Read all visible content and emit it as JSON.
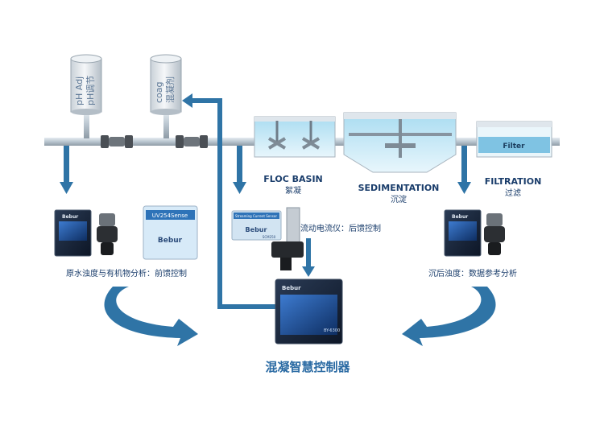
{
  "tanks": [
    {
      "name": "pH Adj",
      "cn": "pH调节"
    },
    {
      "name": "coag",
      "cn": "混凝剂"
    }
  ],
  "stages": [
    {
      "en": "FLOC BASIN",
      "cn": "絮凝"
    },
    {
      "en": "SEDIMENTATION",
      "cn": "沉淀"
    },
    {
      "en": "FILTRATION",
      "cn": "过滤"
    }
  ],
  "filter_text": "Filter",
  "devices": {
    "left_brand": "Bebur",
    "uv_title": "UV254Sense",
    "uv_brand": "Bebur",
    "scm_title": "Streaming Current Sensor",
    "scm_brand": "Bebur",
    "scm_model": "SCM250",
    "controller_brand": "Bebur",
    "controller_model": "BY-6300",
    "right_brand": "Bebur"
  },
  "captions": {
    "raw": "原水浊度与有机物分析：前馈控制",
    "scm": "流动电流仪：后馈控制",
    "settled": "沉后浊度：数据参考分析"
  },
  "title": "混凝智慧控制器",
  "colors": {
    "arrow": "#2f74a6",
    "pipe": "#c9d3dc",
    "text": "#1a3d6b",
    "title": "#2a6aa3"
  }
}
